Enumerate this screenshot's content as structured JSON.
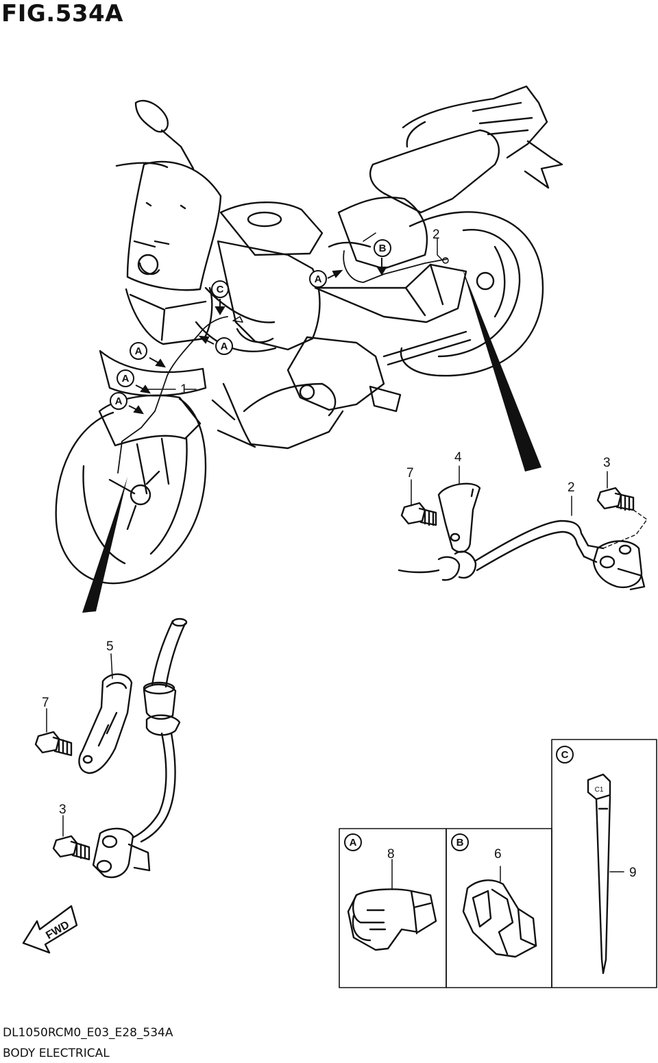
{
  "figure": {
    "title": "FIG.534A",
    "diagram_code": "DL1050RCM0_E03_E28_534A",
    "section_name": "BODY ELECTRICAL"
  },
  "callouts": {
    "harness_front": "1",
    "sensor_rear": "2",
    "sensor_rear_detail": "2",
    "bolt_rear": "3",
    "bolt_front": "3",
    "bracket_rear": "4",
    "bracket_front": "5",
    "clamp_b": "6",
    "bolt_rear_bracket": "7",
    "bolt_front_bracket": "7",
    "clamp_a": "8",
    "tie_c": "9"
  },
  "markers": {
    "a": "A",
    "b": "B",
    "c": "C"
  },
  "fwd_label": "FWD",
  "tie_tag": "C1",
  "icons": [
    "arrow-down-icon",
    "arrow-right-icon",
    "arrow-left-icon",
    "fwd-arrow-icon"
  ]
}
